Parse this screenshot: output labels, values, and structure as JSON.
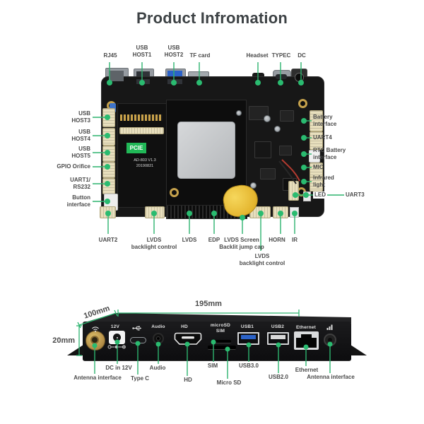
{
  "title": "Product Infromation",
  "board": {
    "pcie_badge": "PCIE",
    "model": "AD-803 V1.3",
    "model_date": "20190821",
    "top": [
      "RJ45",
      "USB\nHOST1",
      "USB\nHOST2",
      "TF card",
      "Headset",
      "TYPEC",
      "DC"
    ],
    "left": [
      "USB\nHOST3",
      "USB\nHOST4",
      "USB\nHOST5",
      "GPIO Orifice",
      "UART1/\nRS232",
      "Button\ninterface"
    ],
    "right": [
      "Battery\ninterface",
      "UART4",
      "RTC Battery\ninterface",
      "MIC",
      "Infrared\nlight",
      "UART3",
      "LED"
    ],
    "bottom": [
      "UART2",
      "LVDS\nbacklight control",
      "LVDS",
      "EDP",
      "LVDS Screen\nBacklit jump cap",
      "LVDS\nbacklight control",
      "HORN",
      "IR"
    ]
  },
  "device": {
    "dim_width": "195mm",
    "dim_depth": "100mm",
    "dim_height": "20mm",
    "case_labels": {
      "power": "12V",
      "audio": "Audio",
      "hd": "HD",
      "microsd": "microSD",
      "sim": "SIM",
      "usb1": "USB1",
      "usb2": "USB2",
      "ethernet": "Ethernet"
    },
    "callouts": [
      "Antenna interface",
      "DC in 12V",
      "Type C",
      "Audio",
      "HD",
      "SIM",
      "Micro SD",
      "USB3.0",
      "USB2.0",
      "Ethernet",
      "Antenna interface"
    ],
    "icons": [
      "wifi-icon",
      "usb-icon",
      "dc-polarity-icon",
      "signal-strength-icon"
    ]
  },
  "colors": {
    "accent_green": "#2db46f",
    "pcie_green": "#21b857",
    "usb3_blue": "#2b62c8",
    "jumper_yellow": "#e9bd33",
    "antenna_gold": "#c9a84f",
    "label_text": "#4a4a4a",
    "title_text": "#3d4245"
  }
}
